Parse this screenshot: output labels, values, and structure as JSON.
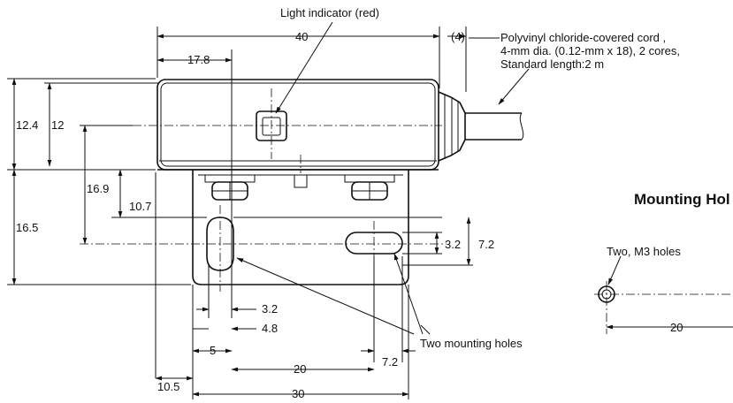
{
  "callouts": {
    "light_indicator": "Light indicator (red)",
    "cord_line1": "Polyvinyl chloride-covered cord ,",
    "cord_line2": "4-mm dia. (0.12-mm x 18), 2 cores,",
    "cord_line3": "Standard length:2 m",
    "mounting_holes": "Two mounting holes",
    "m3_holes": "Two, M3 holes"
  },
  "section_title": "Mounting Hol",
  "dimensions": {
    "d40": "40",
    "d4": "(4)",
    "d17_8": "17.8",
    "d12_4": "12.4",
    "d12": "12",
    "d16_9": "16.9",
    "d10_7": "10.7",
    "d16_5": "16.5",
    "d3_2_slot": "3.2",
    "d7_2_slot": "7.2",
    "d3_2_hole": "3.2",
    "d4_8": "4.8",
    "d5": "5",
    "d20": "20",
    "d7_2_bottom": "7.2",
    "d10_5": "10.5",
    "d30": "30",
    "d20_mount": "20"
  }
}
